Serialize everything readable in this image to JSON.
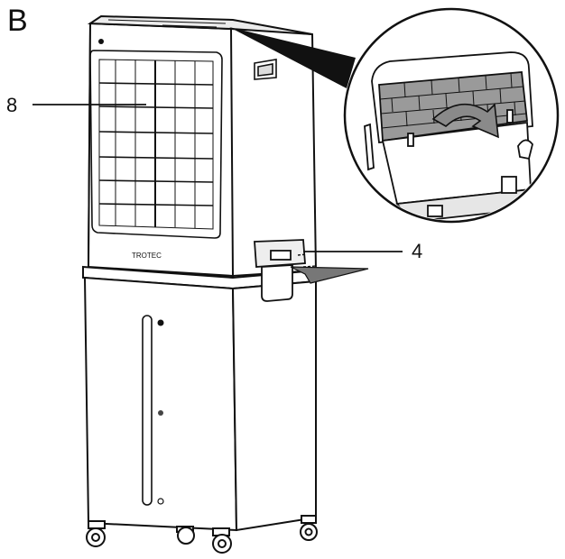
{
  "figure": {
    "letter": "B",
    "brand": "TROTEC"
  },
  "callouts": [
    {
      "id": "8",
      "label": "8"
    },
    {
      "id": "4",
      "label": "4"
    }
  ],
  "colors": {
    "line": "#111111",
    "body": "#ffffff",
    "filter": "#9a9a9a",
    "shade": "#d9d9d9"
  }
}
